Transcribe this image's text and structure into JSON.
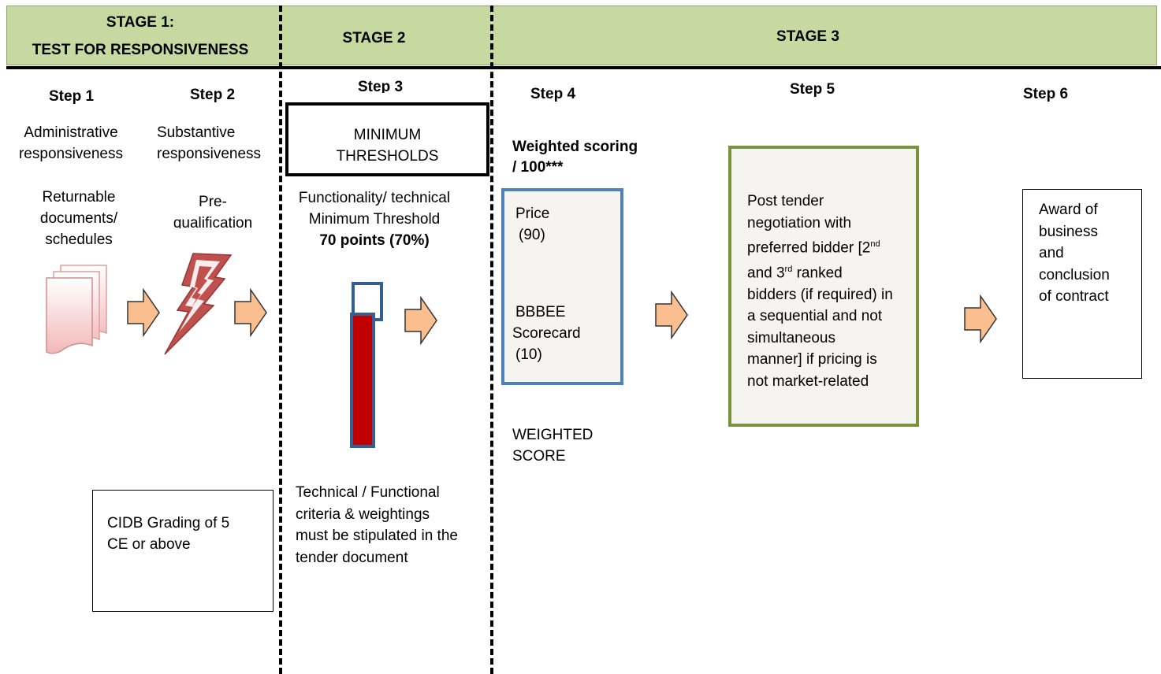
{
  "header": {
    "stage1_line1": "STAGE 1:",
    "stage1_line2": "TEST FOR RESPONSIVENESS",
    "stage2": "STAGE 2",
    "stage3": "STAGE 3"
  },
  "steps": {
    "step1": "Step 1",
    "step2": "Step 2",
    "step3": "Step 3",
    "step4": "Step 4",
    "step5": "Step 5",
    "step6": "Step 6"
  },
  "col1": {
    "line1": "Administrative",
    "line2": "responsiveness",
    "doc1": "Returnable",
    "doc2": "documents/",
    "doc3": "schedules",
    "cidb1": "CIDB Grading of 5",
    "cidb2": "CE or above"
  },
  "col2": {
    "line1": "Substantive",
    "line2": "responsiveness",
    "pre1": "Pre-",
    "pre2": "qualification"
  },
  "col3": {
    "min1": "MINIMUM",
    "min2": "THRESHOLDS",
    "func1": "Functionality/ technical",
    "func2": "Minimum Threshold",
    "func3": "70 points (70%)",
    "note1": "Technical / Functional",
    "note2": "criteria & weightings",
    "note3": "must be stipulated in the",
    "note4": "tender document"
  },
  "col4": {
    "ws1": "Weighted scoring",
    "ws2": "/ 100***",
    "price1": "Price",
    "price2": "(90)",
    "bb1": "BBBEE",
    "bb2": "Scorecard",
    "bb3": "(10)",
    "score1": "WEIGHTED",
    "score2": "SCORE"
  },
  "col5": {
    "l1": "Post tender",
    "l2": "negotiation with",
    "l3a": "preferred bidder [2",
    "l3sup": "nd",
    "l4a": "and 3",
    "l4sup": "rd",
    "l4b": " ranked",
    "l5": "bidders (if required) in",
    "l6": "a sequential and not",
    "l7": "simultaneous",
    "l8": "manner] if pricing is",
    "l9": "not market-related"
  },
  "col6": {
    "l1": "Award of",
    "l2": "business",
    "l3": "and",
    "l4": "conclusion",
    "l5": "of contract"
  },
  "colors": {
    "header_band": "#c6d9a0",
    "arrow_fill": "#fbbf8f",
    "arrow_stroke": "#e07b39",
    "threshold_bar": "#c00000",
    "score_box_border": "#4f81bd",
    "negotiation_border": "#77933c"
  },
  "icons": [
    "documents-stack-icon",
    "lightning-bolt-icon",
    "threshold-bar-icon",
    "right-arrow-icon"
  ]
}
